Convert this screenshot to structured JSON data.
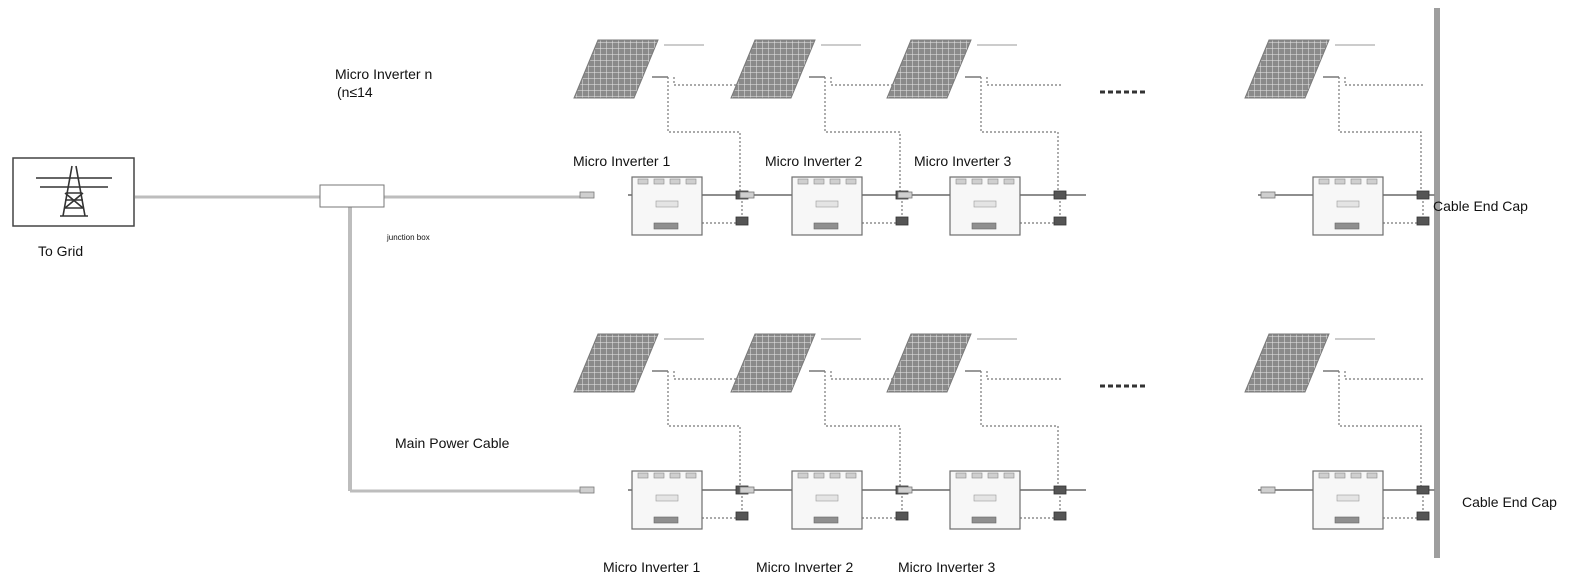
{
  "labels": {
    "micro_inverter_n": "Micro Inverter n",
    "n_limit": "(n≤14",
    "to_grid": "To Grid",
    "junction_box": "junction box",
    "main_power_cable": "Main Power Cable",
    "cable_end_cap_top": "Cable End Cap",
    "cable_end_cap_bottom": "Cable End Cap",
    "top_row": [
      "Micro Inverter 1",
      "Micro Inverter 2",
      "Micro Inverter 3"
    ],
    "bottom_row": [
      "Micro Inverter 1",
      "Micro Inverter 2",
      "Micro Inverter 3"
    ]
  },
  "ellipsis": "......",
  "colors": {
    "cable": "#bdbdbd",
    "line": "#555555",
    "panel": "#7a7a7a",
    "dotted": "#777777",
    "inverter_fill": "#f7f7f7",
    "inverter_stroke": "#6e6e6e"
  },
  "icons": {
    "grid": "transmission-tower-icon",
    "panel": "solar-panel-icon",
    "inverter": "micro-inverter-icon"
  }
}
